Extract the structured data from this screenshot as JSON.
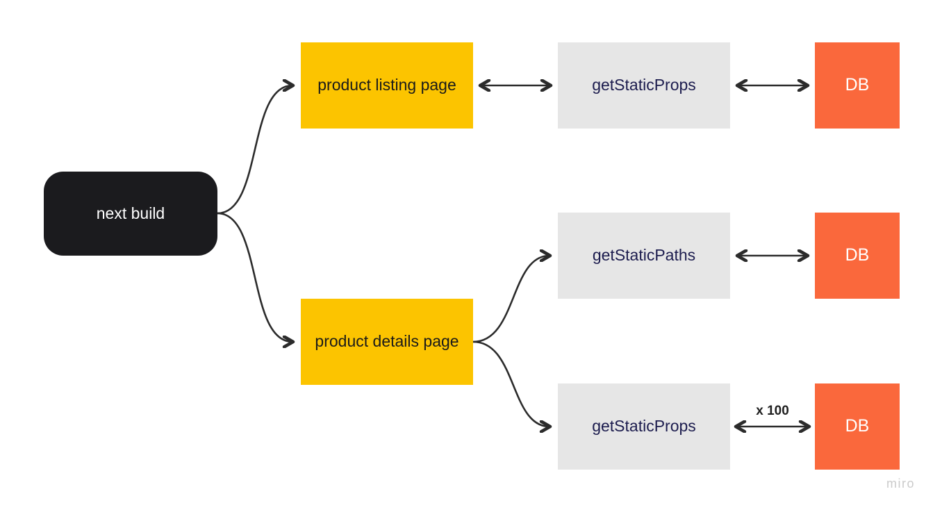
{
  "diagram": {
    "title_implicit": "Next.js static generation build flow",
    "tool": "miro"
  },
  "colors": {
    "background": "#ffffff",
    "node_black": "#1b1b1e",
    "node_yellow": "#fcc400",
    "node_gray": "#e6e6e6",
    "node_orange": "#fa683c",
    "text_dark": "#1a1a1a",
    "text_navy": "#1c1c4e",
    "text_white": "#ffffff",
    "connector": "#2b2b2b",
    "edge_label_text": "#1f1f1f",
    "watermark": "#cbcbcb"
  },
  "nodes": {
    "next_build": {
      "label": "next build",
      "shape": "rounded-rectangle",
      "color": "#1b1b1e"
    },
    "product_listing": {
      "label": "product listing page",
      "shape": "rectangle",
      "color": "#fcc400"
    },
    "get_static_props_top": {
      "label": "getStaticProps",
      "shape": "rectangle",
      "color": "#e6e6e6"
    },
    "db_top": {
      "label": "DB",
      "shape": "rectangle",
      "color": "#fa683c"
    },
    "get_static_paths": {
      "label": "getStaticPaths",
      "shape": "rectangle",
      "color": "#e6e6e6"
    },
    "db_middle": {
      "label": "DB",
      "shape": "rectangle",
      "color": "#fa683c"
    },
    "product_details": {
      "label": "product details page",
      "shape": "rectangle",
      "color": "#fcc400"
    },
    "get_static_props_bottom": {
      "label": "getStaticProps",
      "shape": "rectangle",
      "color": "#e6e6e6"
    },
    "db_bottom": {
      "label": "DB",
      "shape": "rectangle",
      "color": "#fa683c"
    }
  },
  "edges": [
    {
      "from": "next build",
      "to": "product listing page",
      "direction": "one-way",
      "style": "curved"
    },
    {
      "from": "next build",
      "to": "product details page",
      "direction": "one-way",
      "style": "curved"
    },
    {
      "from": "product listing page",
      "to": "getStaticProps (top)",
      "direction": "two-way",
      "style": "straight"
    },
    {
      "from": "getStaticProps (top)",
      "to": "DB (top)",
      "direction": "two-way",
      "style": "straight"
    },
    {
      "from": "product details page",
      "to": "getStaticPaths",
      "direction": "one-way",
      "style": "curved"
    },
    {
      "from": "product details page",
      "to": "getStaticProps (bottom)",
      "direction": "one-way",
      "style": "curved"
    },
    {
      "from": "getStaticPaths",
      "to": "DB (middle)",
      "direction": "two-way",
      "style": "straight"
    },
    {
      "from": "getStaticProps (bottom)",
      "to": "DB (bottom)",
      "direction": "two-way",
      "style": "straight",
      "label": "x 100"
    }
  ],
  "watermark": {
    "label": "miro"
  }
}
